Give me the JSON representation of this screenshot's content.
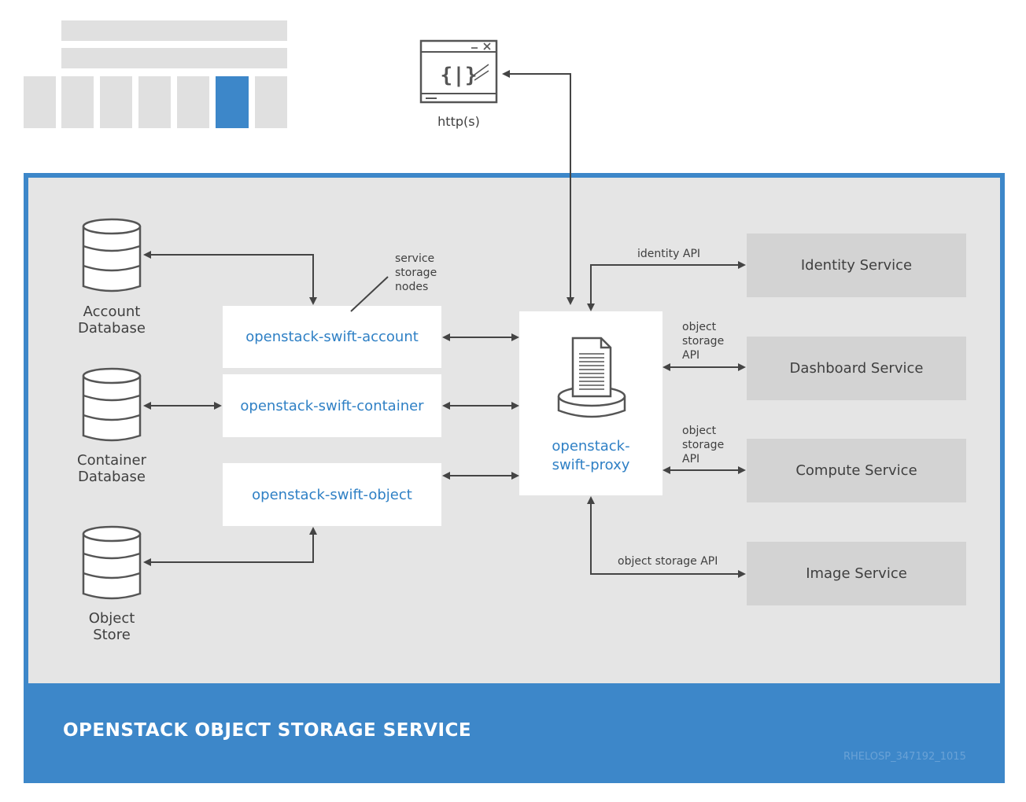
{
  "client": {
    "label": "http(s)",
    "icon": "browser-code-window-icon"
  },
  "service": {
    "title": "OPENSTACK OBJECT STORAGE SERVICE",
    "code": "RHELOSP_347192_1015"
  },
  "databases": [
    {
      "line1": "Account",
      "line2": "Database"
    },
    {
      "line1": "Container",
      "line2": "Database"
    },
    {
      "line1": "Object",
      "line2": "Store"
    }
  ],
  "nodes": {
    "account": "openstack-swift-account",
    "container": "openstack-swift-container",
    "object": "openstack-swift-object",
    "annotation": [
      "service",
      "storage",
      "nodes"
    ]
  },
  "proxy": {
    "line1": "openstack-",
    "line2": "swift-proxy",
    "icon": "server-document-icon"
  },
  "services": {
    "identity": "Identity Service",
    "dashboard": "Dashboard Service",
    "compute": "Compute Service",
    "image": "Image Service"
  },
  "links": {
    "identity": "identity API",
    "dashboard": [
      "object",
      "storage",
      "API"
    ],
    "compute": [
      "object",
      "storage",
      "API"
    ],
    "image": "object storage API"
  },
  "colors": {
    "brand_blue": "#3d87c9",
    "text_blue": "#2f80c5",
    "panel_gray": "#e5e5e5",
    "service_gray": "#d3d3d3",
    "arrow": "#444444"
  }
}
